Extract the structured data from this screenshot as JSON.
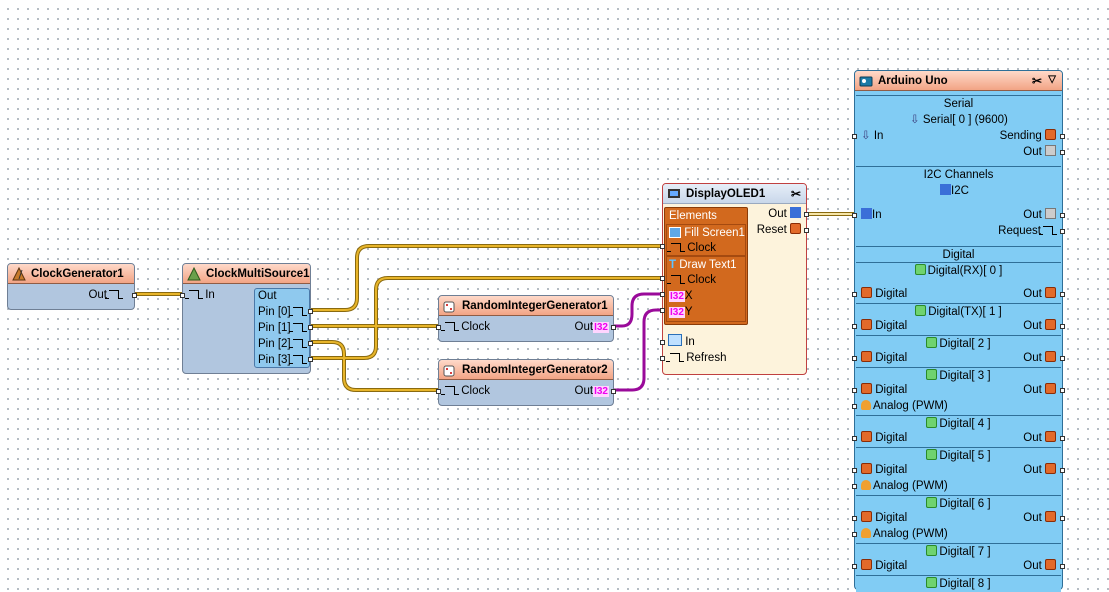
{
  "clock_gen": {
    "title": "ClockGenerator1",
    "out": "Out"
  },
  "multi": {
    "title": "ClockMultiSource1",
    "in": "In",
    "out": "Out",
    "pins": [
      "Pin [0]",
      "Pin [1]",
      "Pin [2]",
      "Pin [3]"
    ]
  },
  "rng1": {
    "title": "RandomIntegerGenerator1",
    "clock": "Clock",
    "out": "Out"
  },
  "rng2": {
    "title": "RandomIntegerGenerator2",
    "clock": "Clock",
    "out": "Out"
  },
  "i32_badge": "I32",
  "oled": {
    "title": "DisplayOLED1",
    "elements": "Elements",
    "fill": "Fill Screen1",
    "clock1": "Clock",
    "draw": "Draw Text1",
    "clock2": "Clock",
    "x": "X",
    "y": "Y",
    "out": "Out",
    "reset": "Reset",
    "in": "In",
    "refresh": "Refresh"
  },
  "arduino": {
    "title": "Arduino Uno",
    "serial": "Serial",
    "serial0": "Serial[ 0 ] (9600)",
    "in": "In",
    "sending": "Sending",
    "out": "Out",
    "i2c_channels": "I2C Channels",
    "i2c": "I2C",
    "i2c_in": "In",
    "i2c_out": "Out",
    "request": "Request",
    "digital_header": "Digital",
    "digital": [
      {
        "name": "Digital(RX)[ 0 ]",
        "in": "Digital",
        "out": "Out"
      },
      {
        "name": "Digital(TX)[ 1 ]",
        "in": "Digital",
        "out": "Out"
      },
      {
        "name": "Digital[ 2 ]",
        "in": "Digital",
        "out": "Out"
      },
      {
        "name": "Digital[ 3 ]",
        "in": "Digital",
        "out": "Out",
        "pwm": "Analog (PWM)"
      },
      {
        "name": "Digital[ 4 ]",
        "in": "Digital",
        "out": "Out"
      },
      {
        "name": "Digital[ 5 ]",
        "in": "Digital",
        "out": "Out",
        "pwm": "Analog (PWM)"
      },
      {
        "name": "Digital[ 6 ]",
        "in": "Digital",
        "out": "Out",
        "pwm": "Analog (PWM)"
      },
      {
        "name": "Digital[ 7 ]",
        "in": "Digital",
        "out": "Out"
      },
      {
        "name": "Digital[ 8 ]"
      }
    ]
  },
  "colors": {
    "header": "#f2a485",
    "body": "#b1c6df",
    "arduino": "#81ccf4",
    "oled_elements": "#d2691e",
    "wire_clock": "#d4a017",
    "wire_int": "#b000b0"
  }
}
